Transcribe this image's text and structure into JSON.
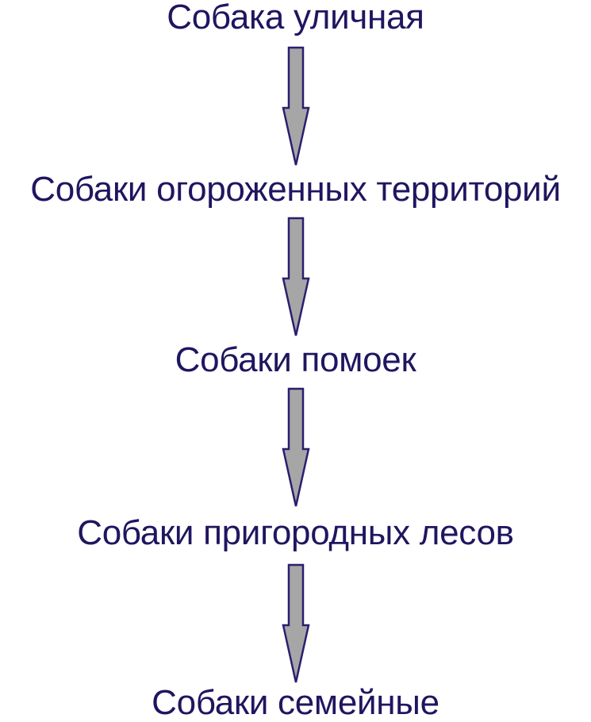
{
  "colors": {
    "text": "#1f1660",
    "arrow_fill": "#a6a6a6",
    "arrow_stroke": "#2a1f6e"
  },
  "nodes": [
    {
      "label": "Собака уличная"
    },
    {
      "label": "Собаки огороженных территорий"
    },
    {
      "label": "Собаки помоек"
    },
    {
      "label": "Собаки пригородных лесов"
    },
    {
      "label": "Собаки семейные"
    }
  ],
  "arrows": [
    {
      "from": 0,
      "to": 1
    },
    {
      "from": 1,
      "to": 2
    },
    {
      "from": 2,
      "to": 3
    },
    {
      "from": 3,
      "to": 4
    }
  ]
}
